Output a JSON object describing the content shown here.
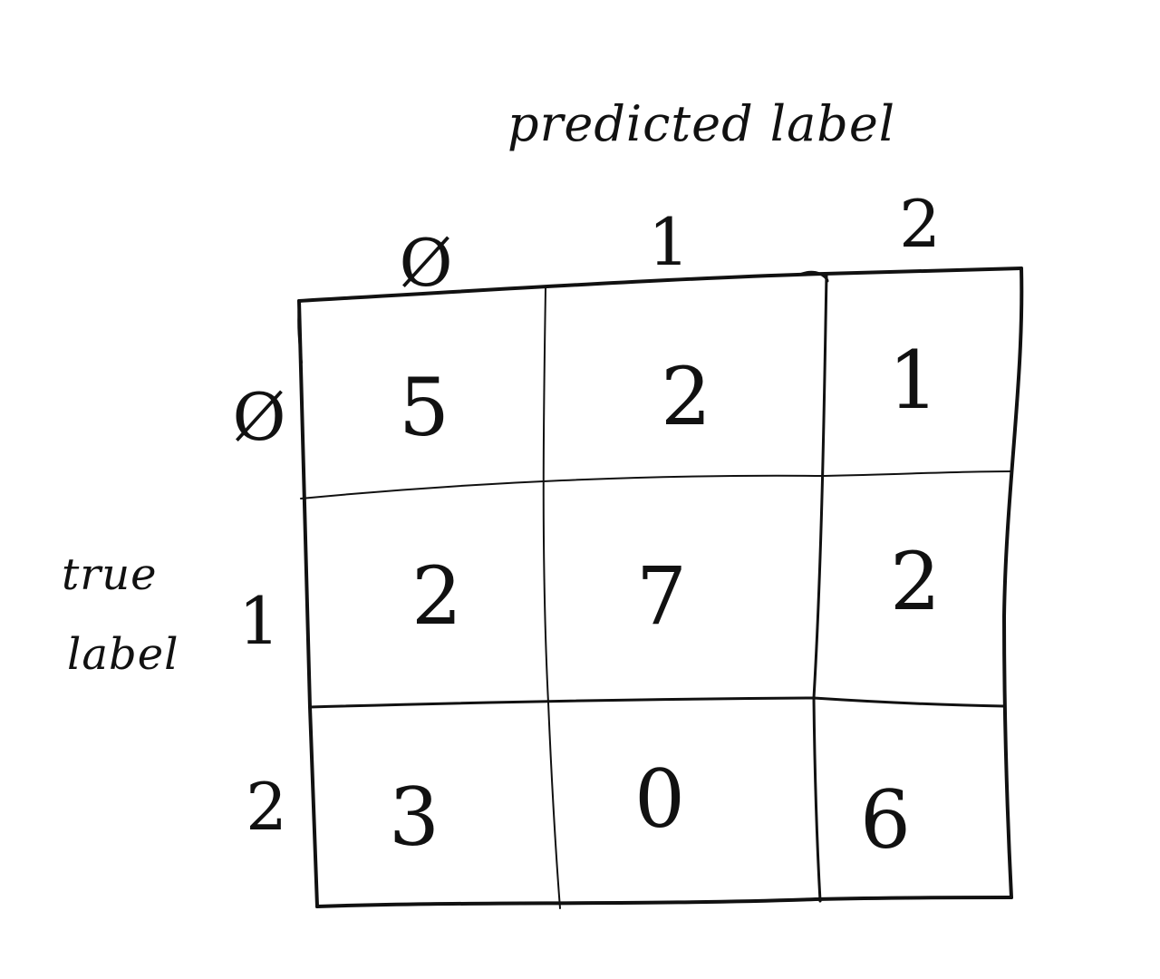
{
  "matrix": {
    "x_title": "predicted label",
    "y_title_line1": "true",
    "y_title_line2": "label",
    "predicted_ticks": [
      "Ø",
      "1",
      "2"
    ],
    "true_ticks": [
      "Ø",
      "1",
      "2"
    ],
    "rows": [
      [
        "5",
        "2",
        "1"
      ],
      [
        "2",
        "7",
        "2"
      ],
      [
        "3",
        "0",
        "6"
      ]
    ]
  }
}
